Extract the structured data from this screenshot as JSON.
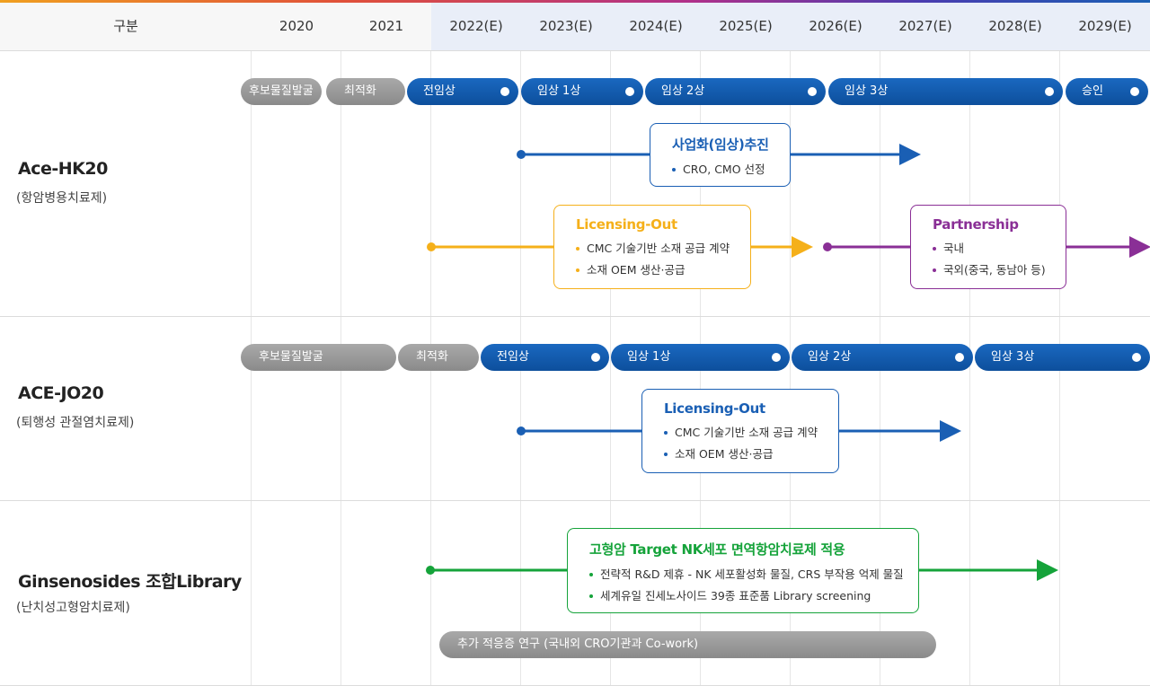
{
  "header": {
    "label": "구분",
    "years": [
      "2020",
      "2021",
      "2022(E)",
      "2023(E)",
      "2024(E)",
      "2025(E)",
      "2026(E)",
      "2027(E)",
      "2028(E)",
      "2029(E)"
    ]
  },
  "colors": {
    "blue": "#1a5fb4",
    "orange": "#f5b01a",
    "purple": "#8a2f96",
    "green": "#15a33a",
    "gray": "#959595"
  },
  "rows": [
    {
      "title": "Ace-HK20",
      "subtitle": "(항암병용치료제)",
      "phases": [
        "후보물질발굴",
        "최적화",
        "전임상",
        "임상 1상",
        "임상 2상",
        "임상 3상",
        "승인"
      ],
      "cards": [
        {
          "title": "사업화(임상)추진",
          "items": [
            "CRO, CMO 선정"
          ]
        },
        {
          "title": "Licensing-Out",
          "items": [
            "CMC 기술기반 소재 공급 계약",
            "소재 OEM 생산·공급"
          ]
        },
        {
          "title": "Partnership",
          "items": [
            "국내",
            "국외(중국, 동남아 등)"
          ]
        }
      ]
    },
    {
      "title": "ACE-JO20",
      "subtitle": "(퇴행성 관절염치료제)",
      "phases": [
        "후보물질발굴",
        "최적화",
        "전임상",
        "임상 1상",
        "임상 2상",
        "임상 3상"
      ],
      "cards": [
        {
          "title": "Licensing-Out",
          "items": [
            "CMC 기술기반 소재 공급 계약",
            "소재 OEM 생산·공급"
          ]
        }
      ]
    },
    {
      "title": "Ginsenosides 조합Library",
      "subtitle": "(난치성고형암치료제)",
      "cards": [
        {
          "title": "고형암 Target NK세포 면역항암치료제 적용",
          "items": [
            "전략적 R&D 제휴 - NK 세포활성화 물질, CRS 부작용 억제 물질",
            "세계유일 진세노사이드 39종 표준품 Library screening"
          ]
        }
      ],
      "bar": "추가 적응증 연구 (국내외 CRO기관과 Co-work)"
    }
  ]
}
